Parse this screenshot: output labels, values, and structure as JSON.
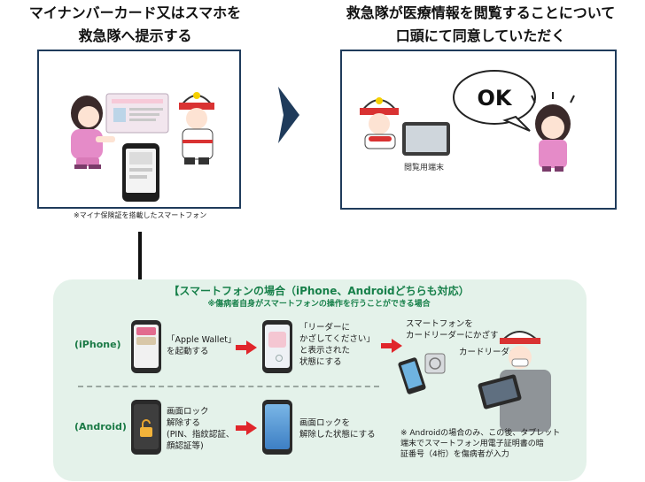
{
  "left_heading": {
    "line1": "マイナンバーカード又はスマホを",
    "line2": "救急隊へ提示する"
  },
  "right_heading": {
    "line1": "救急隊が医療情報を閲覧することについて",
    "line2": "口頭にて同意していただく"
  },
  "left_panel": {
    "caption": "※マイナ保険証を搭載したスマートフォン"
  },
  "right_panel": {
    "speech": "OK",
    "tablet_label": "閲覧用端末"
  },
  "green_section": {
    "title": "【スマートフォンの場合（iPhone、Androidどちらも対応）",
    "subtitle": "※傷病者自身がスマートフォンの操作を行うことができる場合",
    "iphone": {
      "label": "(iPhone)",
      "step1": [
        "「Apple Wallet」",
        "を起動する"
      ],
      "step2": [
        "「リーダーに",
        "かざしてください」",
        "と表示された",
        "状態にする"
      ]
    },
    "android": {
      "label": "(Android)",
      "step1": [
        "画面ロック",
        "解除する",
        "(PIN、指紋認証、",
        "顔認証等)"
      ],
      "step2": [
        "画面ロックを",
        "解除した状態にする"
      ]
    },
    "reader_text": [
      "スマートフォンを",
      "カードリーダーにかざす"
    ],
    "reader_label": "カードリーダー",
    "android_note": [
      "※ Androidの場合のみ、この後、タブレット",
      "端末でスマートフォン用電子証明書の暗",
      "証番号（4桁）を傷病者が入力"
    ]
  },
  "colors": {
    "frame": "#1f3b5b",
    "chevron": "#1f3b5b",
    "green_text": "#17804a",
    "panel_bg": "#e4f2ea",
    "red_arrow": "#e0262b"
  },
  "icons": [
    "right-chevron-icon",
    "down-arrow-icon",
    "red-right-arrow-icon",
    "lock-icon",
    "nfc-reader-icon"
  ]
}
